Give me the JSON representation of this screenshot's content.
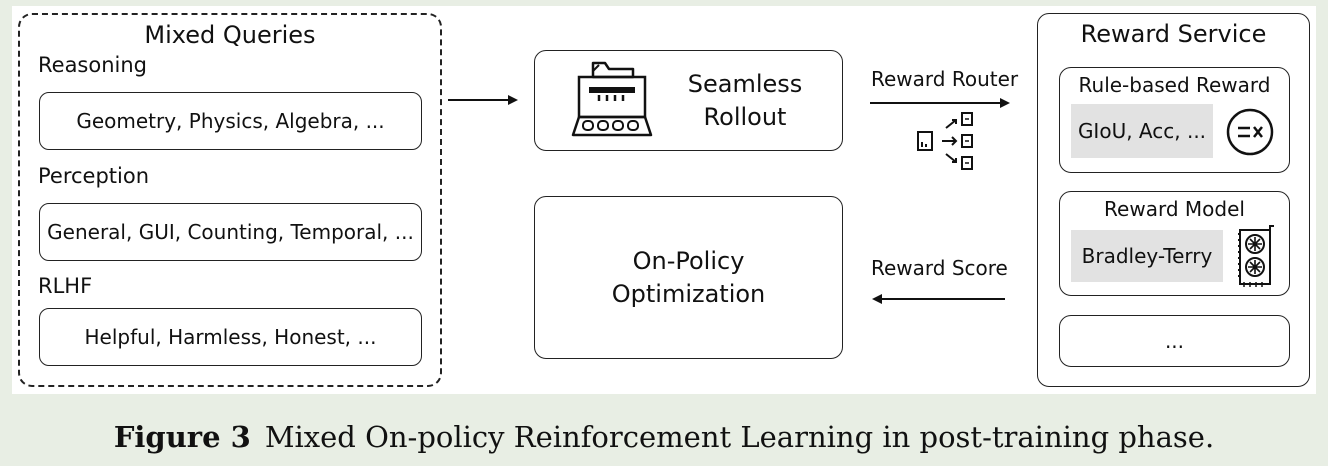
{
  "mixed_queries": {
    "title": "Mixed Queries",
    "groups": [
      {
        "label": "Reasoning",
        "items": "Geometry, Physics, Algebra, ..."
      },
      {
        "label": "Perception",
        "items": "General, GUI, Counting, Temporal, ..."
      },
      {
        "label": "RLHF",
        "items": "Helpful, Harmless, Honest, ..."
      }
    ]
  },
  "rollout": {
    "line1": "Seamless",
    "line2": "Rollout",
    "icon": "rollout-machine-icon"
  },
  "optimization": {
    "line1": "On-Policy",
    "line2": "Optimization"
  },
  "router_label": "Reward Router",
  "score_label": "Reward Score",
  "reward_service": {
    "title": "Reward Service",
    "rule_based": {
      "title": "Rule-based Reward",
      "content": "GIoU, Acc, ...",
      "icon": "rule-check-icon"
    },
    "reward_model": {
      "title": "Reward Model",
      "content": "Bradley-Terry",
      "icon": "gpu-icon"
    },
    "more": "..."
  },
  "caption": {
    "figure": "Figure 3",
    "text": "Mixed On-policy Reinforcement Learning in post-training phase."
  }
}
